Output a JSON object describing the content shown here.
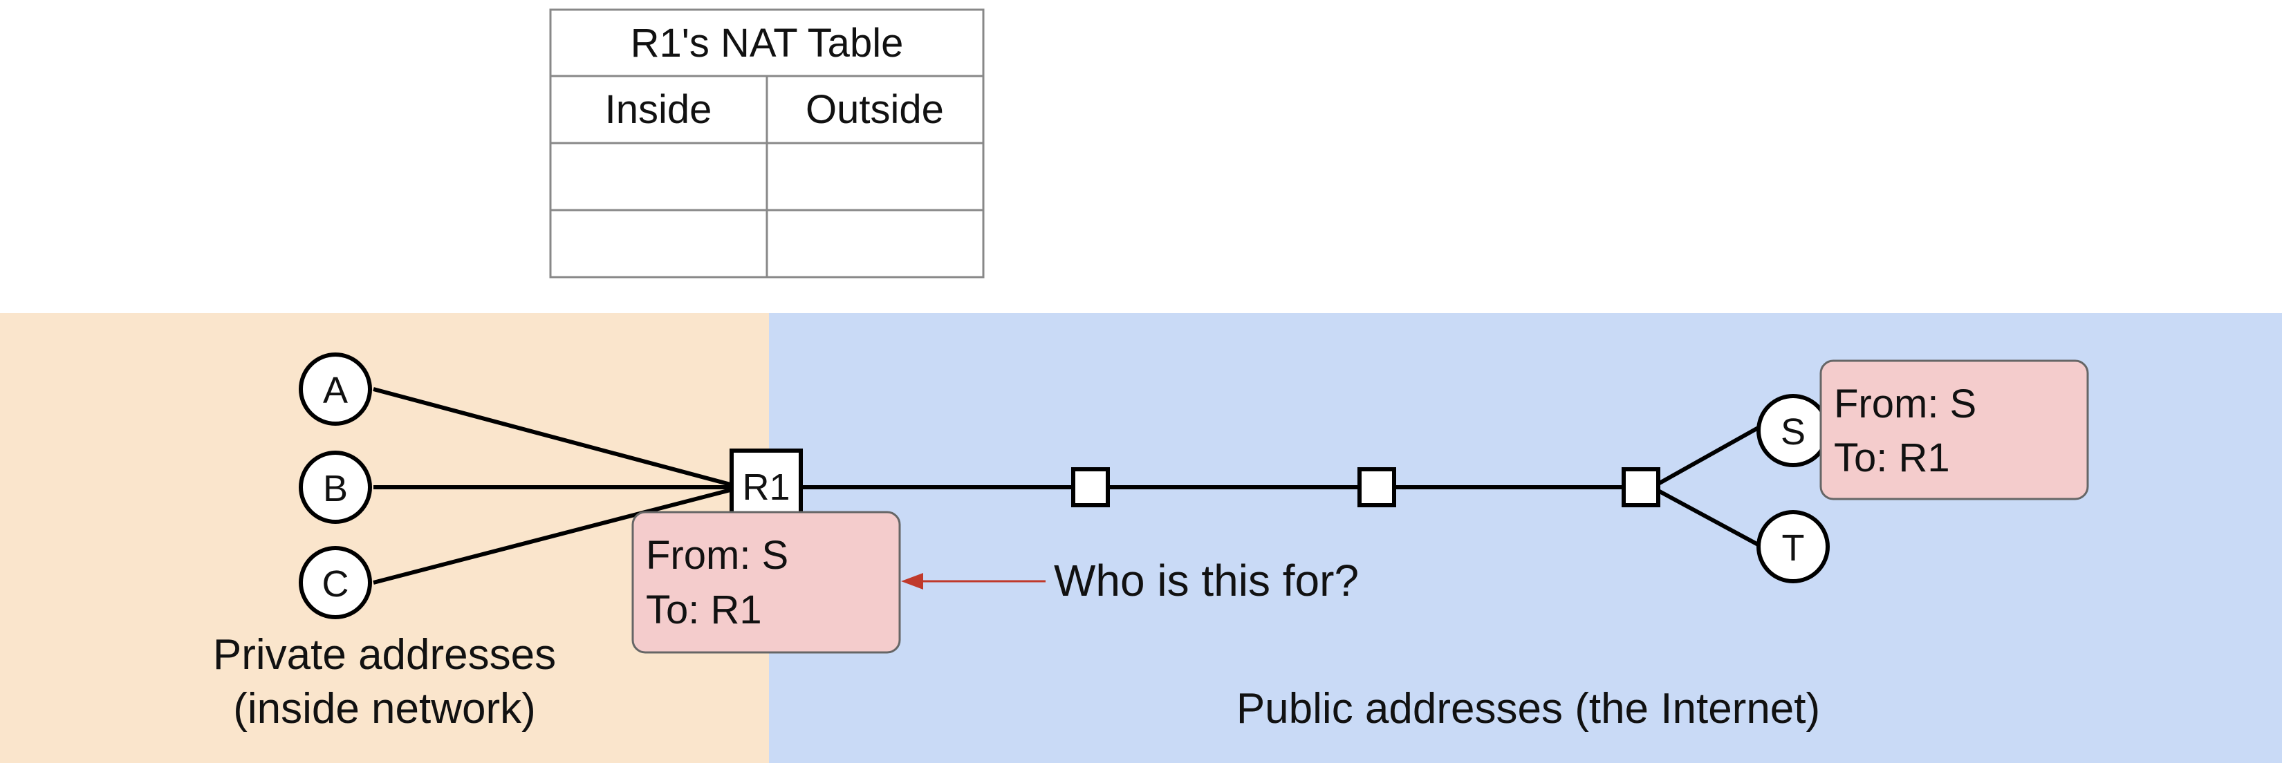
{
  "nat_table": {
    "title": "R1's NAT Table",
    "headers": [
      "Inside",
      "Outside"
    ],
    "rows": [
      [
        "",
        ""
      ],
      [
        "",
        ""
      ]
    ]
  },
  "zones": {
    "private": {
      "line1": "Private addresses",
      "line2": "(inside network)",
      "color": "#fae5cc"
    },
    "public": {
      "label": "Public addresses (the Internet)",
      "color": "#c9daf6"
    }
  },
  "hosts": {
    "a": "A",
    "b": "B",
    "c": "C",
    "s": "S",
    "t": "T"
  },
  "router": {
    "label": "R1"
  },
  "packets": {
    "at_r1": {
      "from": "From: S",
      "to": "To: R1"
    },
    "at_s": {
      "from": "From: S",
      "to": "To: R1"
    },
    "color": "#f4cccc"
  },
  "annotation": {
    "text": "Who is this for?",
    "color": "#c0392b"
  }
}
